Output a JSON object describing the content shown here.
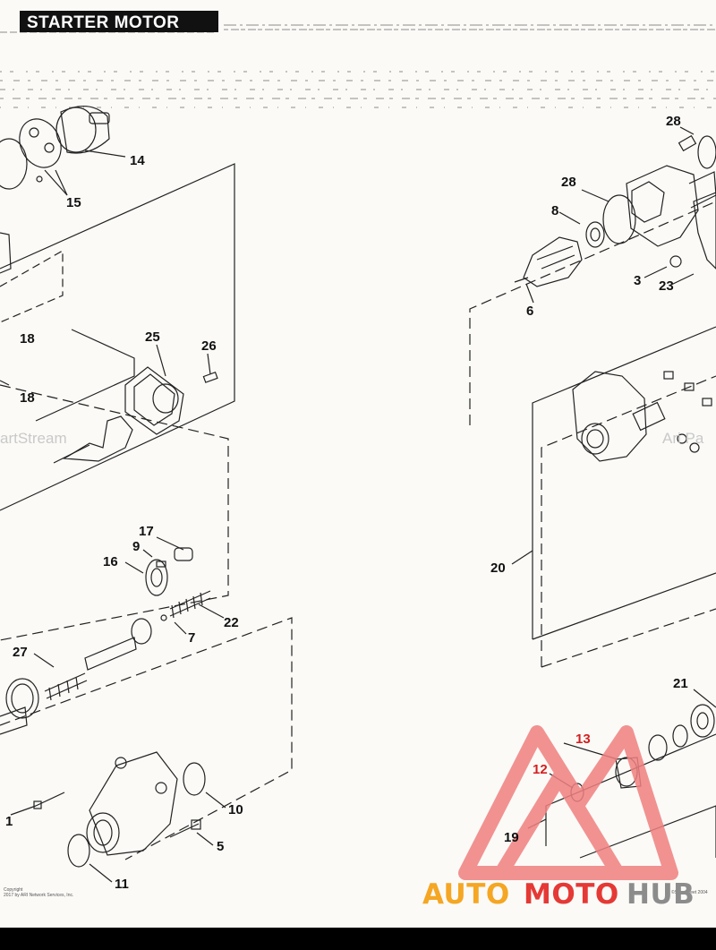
{
  "header": {
    "title": "STARTER MOTOR"
  },
  "callouts": {
    "c1": "1",
    "c3": "3",
    "c5": "5",
    "c6": "6",
    "c7": "7",
    "c8": "8",
    "c9": "9",
    "c10": "10",
    "c11": "11",
    "c12": "12",
    "c13": "13",
    "c14": "14",
    "c15": "15",
    "c16": "16",
    "c17": "17",
    "c18a": "18",
    "c18b": "18",
    "c19": "19",
    "c20": "20",
    "c21": "21",
    "c22": "22",
    "c23": "23",
    "c25": "25",
    "c26": "26",
    "c27": "27",
    "c28a": "28",
    "c28b": "28"
  },
  "watermarks": {
    "left": "artStream",
    "right": "Ari Pa"
  },
  "footer": {
    "copyright_line1": "Copyright",
    "copyright_line2": "2017 by ARI Network Services, Inc.",
    "right_note": "©SpecSheet 2004"
  },
  "logo": {
    "part1": "AUTO",
    "part2": "MOTO",
    "part3": "HUB"
  },
  "colors": {
    "logo_orange": "#f5a623",
    "logo_red": "#e53935",
    "logo_gray": "#8c8c8c",
    "triangle_red": "#f08080",
    "header_bg": "#111111"
  }
}
